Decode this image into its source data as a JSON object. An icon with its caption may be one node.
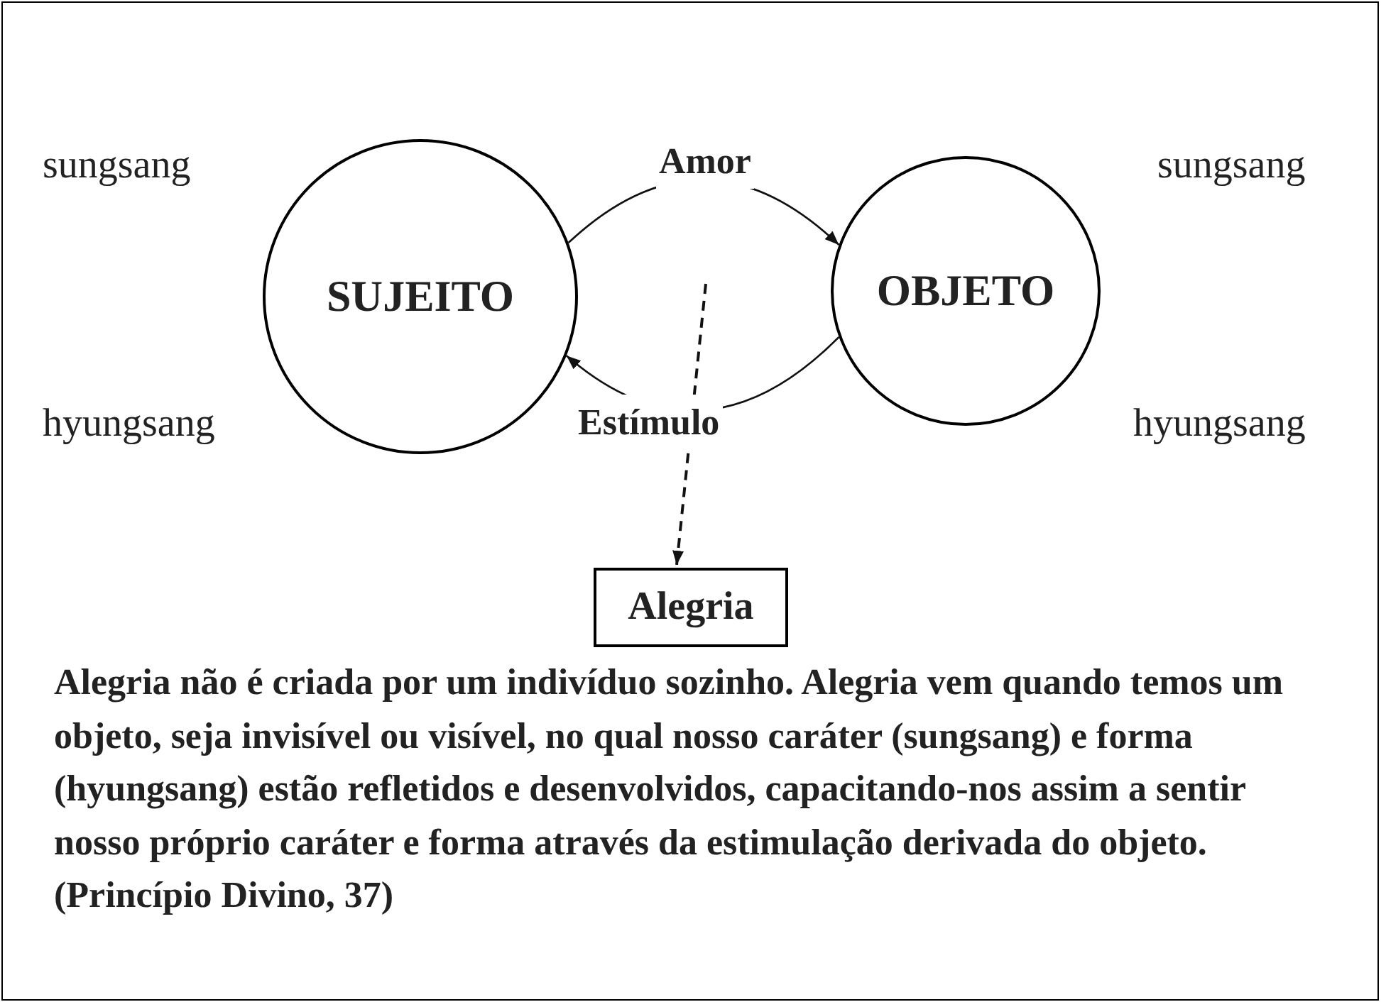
{
  "diagram": {
    "nodes": [
      {
        "text": [
          "SUJEITO"
        ],
        "beside": [
          "sungsang",
          "hyungsang"
        ]
      },
      {
        "text": [
          "OBJETO"
        ],
        "beside": [
          "sungsang",
          "hyungsang"
        ]
      },
      {
        "text": [
          "Alegria"
        ]
      }
    ],
    "edges": [
      {
        "from": 0,
        "to": 1,
        "arrow": "to",
        "label": "Amor"
      },
      {
        "from": 1,
        "to": 0,
        "arrow": "to",
        "label": "Estímulo"
      },
      {
        "from": null,
        "to": 2,
        "arrow": "to",
        "style": "dashed"
      }
    ],
    "labels": [
      "Alegria não é criada por um indivíduo sozinho. Alegria vem quando temos um objeto, seja invisível ou visível, no qual nosso caráter (sungsang) e forma (hyungsang) estão refletidos e desenvolvidos, capacitando-nos assim a sentir nosso próprio caráter e forma através da estimulação derivada do objeto. (Princípio Divino, 37)"
    ]
  }
}
